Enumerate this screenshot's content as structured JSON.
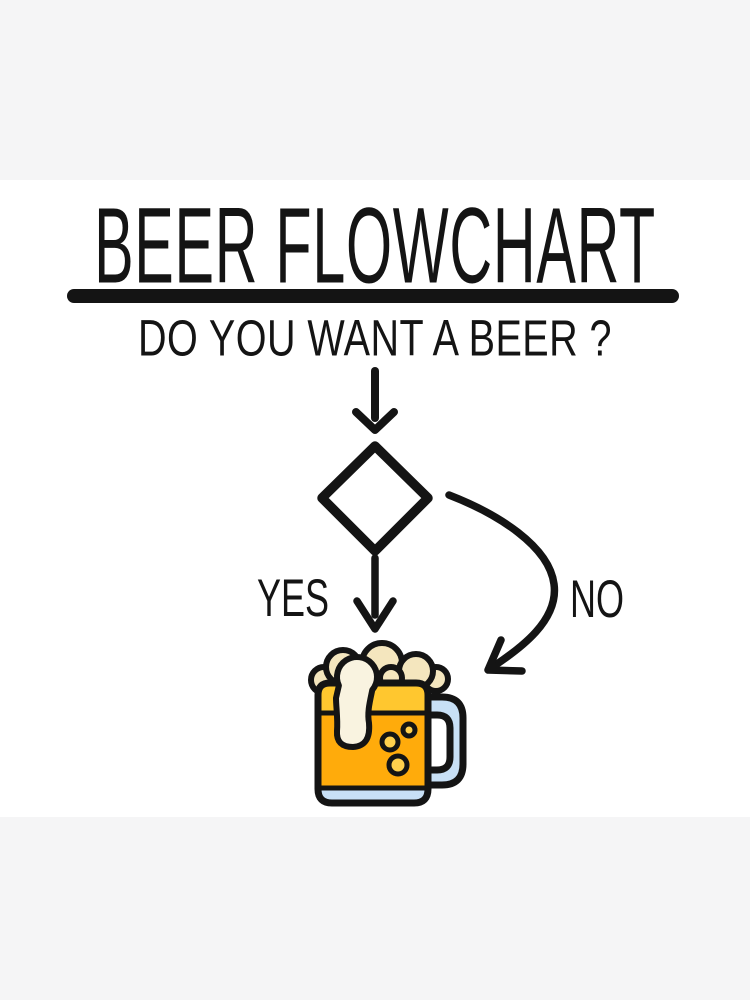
{
  "poster": {
    "title": "BEER FLOWCHART",
    "subtitle": "DO YOU WANT A BEER ?",
    "yes_label": "YES",
    "no_label": "NO"
  },
  "flowchart": {
    "start_question": "DO YOU WANT A BEER ?",
    "decision_node": "diamond",
    "yes_branch_target": "beer-mug",
    "no_branch_target": "beer-mug"
  },
  "colors": {
    "background": "#ffffff",
    "matte": "#f5f5f6",
    "ink": "#141414",
    "beer_light": "#ffc72f",
    "beer_dark": "#ffab0b",
    "beer_bubble": "#ffd04d",
    "foam": "#f4e6be",
    "foam_white": "#f9f3e0",
    "glass_blue": "#c8e0f6"
  }
}
